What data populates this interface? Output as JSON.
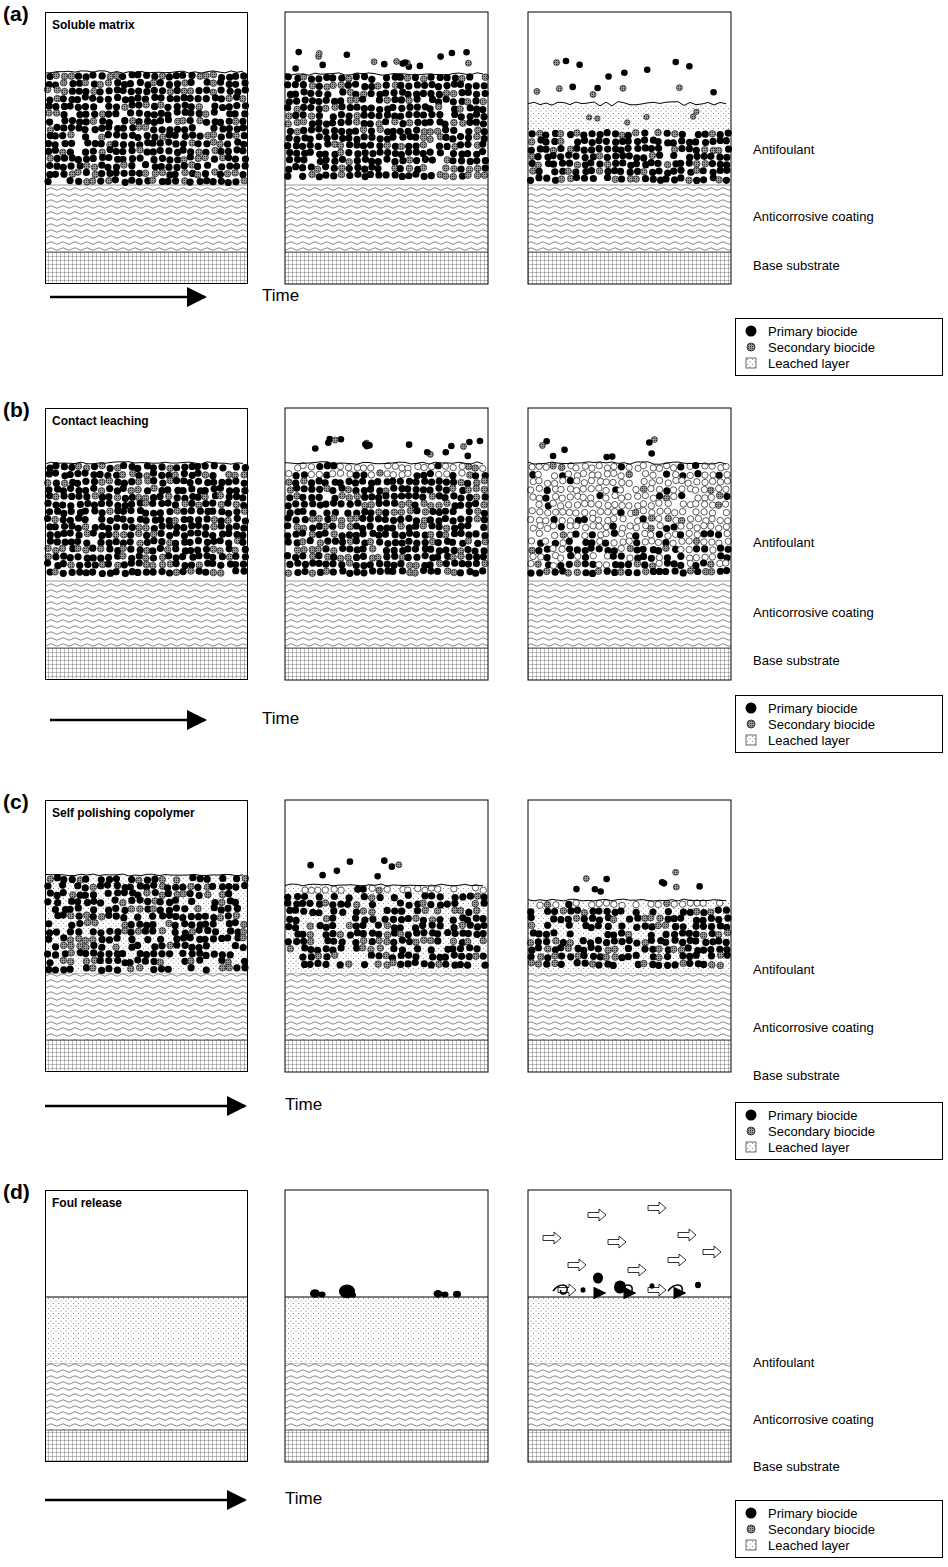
{
  "diagram": {
    "nodes": [
      {
        "text": [
          "Soluble matrix"
        ]
      },
      {
        "text": [
          "Contact leaching"
        ]
      },
      {
        "text": [
          "Self polishing copolymer"
        ]
      },
      {
        "text": [
          "Foul release"
        ]
      }
    ],
    "labels": [
      "(a)",
      "Antifoulant",
      "Anticorrosive coating",
      "Base substrate",
      "Time",
      "(b)",
      "Antifoulant",
      "Anticorrosive coating",
      "Base substrate",
      "Time",
      "(c)",
      "Antifoulant",
      "Anticorrosive coating",
      "Base substrate",
      "Time",
      "(d)",
      "Antifoulant",
      "Anticorrosive coating",
      "Base substrate",
      "Time"
    ],
    "legend": [
      {
        "text": "Primary biocide"
      },
      {
        "text": "Secondary biocide"
      },
      {
        "text": "Leached layer"
      },
      {
        "text": "Primary biocide"
      },
      {
        "text": "Secondary biocide"
      },
      {
        "text": "Leached layer"
      },
      {
        "text": "Primary biocide"
      },
      {
        "text": "Secondary biocide"
      },
      {
        "text": "Leached layer"
      },
      {
        "text": "Primary biocide"
      },
      {
        "text": "Secondary biocide"
      },
      {
        "text": "Leached layer"
      }
    ]
  }
}
